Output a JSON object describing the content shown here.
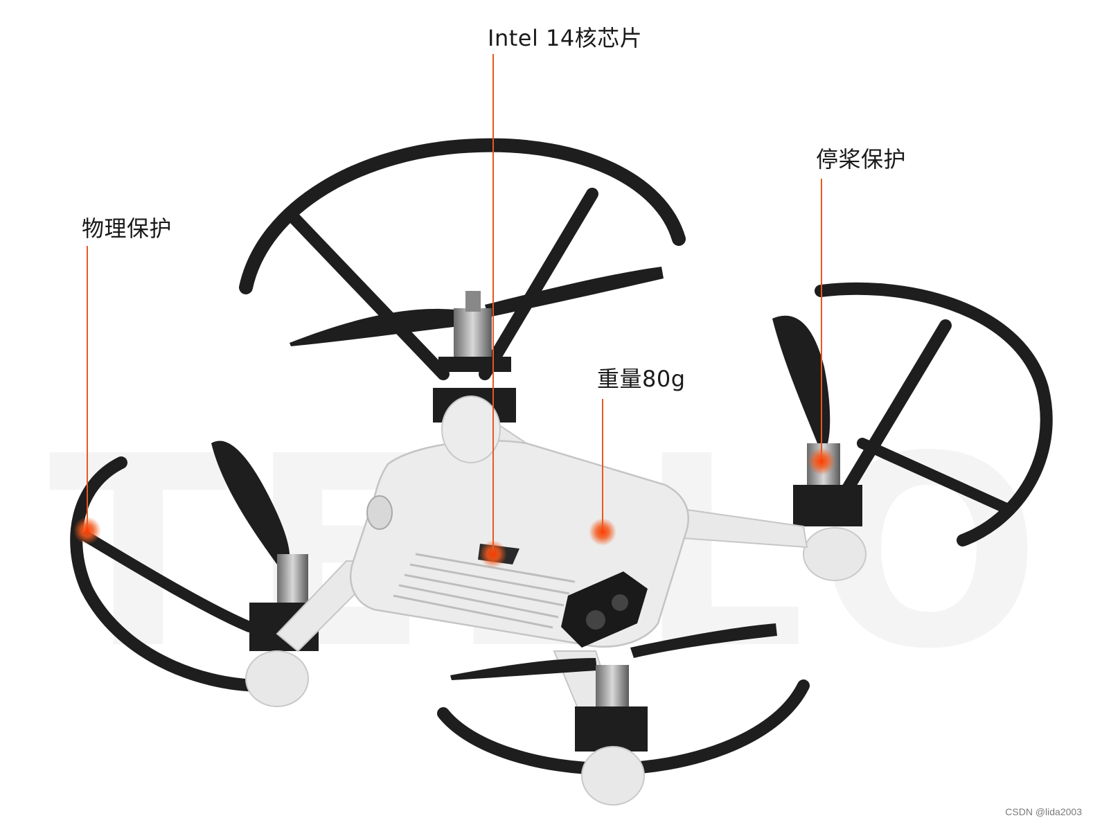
{
  "callouts": {
    "chip": "Intel 14核芯片",
    "weight": "重量80g",
    "propeller_stop": "停桨保护",
    "physical": "物理保护"
  },
  "background_text": "TELLO",
  "watermark": "CSDN @lida2003",
  "colors": {
    "accent": "#e8581e",
    "guard": "#1e1e1e",
    "body": "#e6e6e6",
    "background_text": "#f4f4f4"
  }
}
